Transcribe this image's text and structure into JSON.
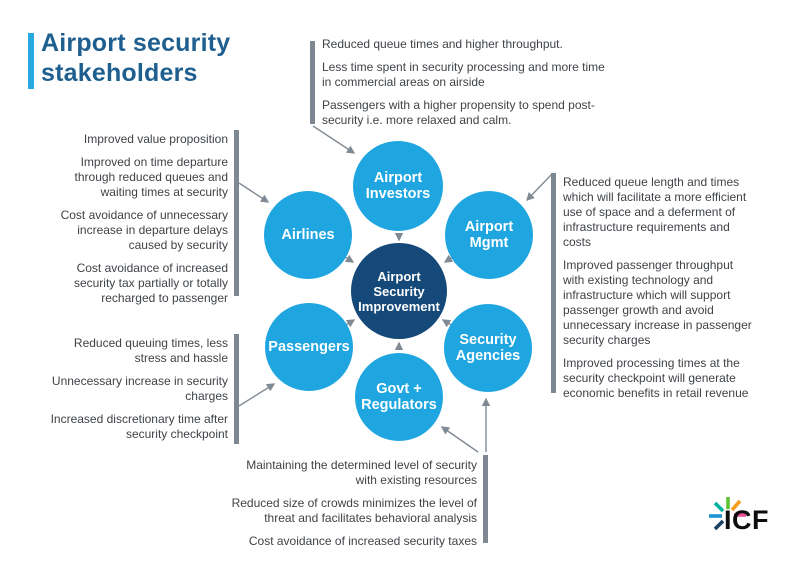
{
  "title": {
    "text": "Airport security\nstakeholders"
  },
  "colors": {
    "circle_light_blue": "#1FA6E0",
    "circle_dark_blue": "#154979",
    "title_blue": "#1F5F8F",
    "accent_light_blue": "#29A9E1",
    "bar_gray": "#7E8893",
    "arrow_gray": "#808A94",
    "body_text": "#3F4347",
    "logo_ray_green": "#5FC331",
    "logo_ray_teal": "#00B29B",
    "logo_ray_orange": "#F89C1B",
    "logo_ray_pink": "#EF4D9B",
    "logo_ray_blue": "#1E95D0",
    "logo_ray_navy": "#1A3F63"
  },
  "circles": {
    "center": {
      "label": "Airport\nSecurity\nImprovement"
    },
    "airport_investors": {
      "label": "Airport\nInvestors"
    },
    "airlines": {
      "label": "Airlines"
    },
    "airport_mgmt": {
      "label": "Airport\nMgmt"
    },
    "passengers": {
      "label": "Passengers"
    },
    "security_agencies": {
      "label": "Security\nAgencies"
    },
    "govt_regulators": {
      "label": "Govt +\nRegulators"
    }
  },
  "benefits": {
    "airport_investors": {
      "items": [
        "Reduced queue times and higher throughput.",
        "Less time spent in security processing and more time\nin commercial areas on airside",
        "Passengers with a higher propensity to spend post-\nsecurity i.e. more relaxed and calm."
      ]
    },
    "airlines": {
      "items": [
        "Improved value proposition",
        "Improved on time departure\nthrough reduced queues and\nwaiting times at security",
        "Cost avoidance of unnecessary\nincrease in departure delays\ncaused by security",
        "Cost avoidance of increased\nsecurity tax partially or totally\nrecharged to passenger"
      ]
    },
    "passengers": {
      "items": [
        "Reduced queuing times, less\nstress and hassle",
        "Unnecessary increase in security\ncharges",
        "Increased discretionary time after\nsecurity checkpoint"
      ]
    },
    "airport_mgmt_security_agencies": {
      "items": [
        "Reduced queue length and times\nwhich will facilitate a more efficient\nuse of space and a deferment of\ninfrastructure requirements and\ncosts",
        "Improved passenger throughput\nwith existing technology and\ninfrastructure which will support\npassenger growth and avoid\nunnecessary increase in passenger\nsecurity charges",
        "Improved processing times at the\nsecurity checkpoint will generate\neconomic benefits in retail revenue"
      ]
    },
    "govt_regulators": {
      "items": [
        "Maintaining the determined level of security\nwith existing resources",
        "Reduced size of crowds minimizes the level of\nthreat and facilitates behavioral analysis",
        "Cost avoidance of increased security taxes"
      ]
    }
  },
  "logo": {
    "text": "ICF"
  }
}
